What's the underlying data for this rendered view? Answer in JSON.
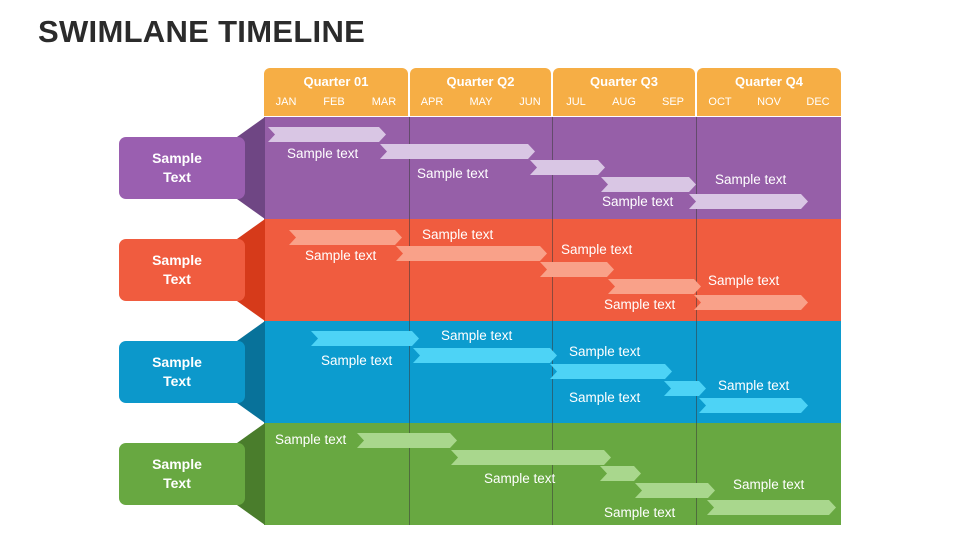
{
  "title": "SWIMLANE TIMELINE",
  "quarters": [
    {
      "name": "Quarter 01",
      "months": [
        "JAN",
        "FEB",
        "MAR"
      ]
    },
    {
      "name": "Quarter Q2",
      "months": [
        "APR",
        "MAY",
        "JUN"
      ]
    },
    {
      "name": "Quarter Q3",
      "months": [
        "JUL",
        "AUG",
        "SEP"
      ]
    },
    {
      "name": "Quarter Q4",
      "months": [
        "OCT",
        "NOV",
        "DEC"
      ]
    }
  ],
  "colors": {
    "header": "#f6ae45",
    "lane_purple": "#965fa8",
    "tab_purple": "#9a5fb0",
    "arrow_purple": "#d9c6e4",
    "lane_orange": "#f05c3f",
    "tab_orange": "#f05c3f",
    "arrow_orange": "#f9a189",
    "lane_blue": "#0c9ccf",
    "tab_blue": "#0c98cb",
    "arrow_blue": "#4dd3f6",
    "lane_green": "#68a841",
    "tab_green": "#68a841",
    "arrow_green": "#a9d78d"
  },
  "lanes": [
    {
      "label": "Sample Text",
      "items": [
        "Sample text",
        "Sample text",
        "Sample text",
        "Sample text"
      ]
    },
    {
      "label": "Sample Text",
      "items": [
        "Sample text",
        "Sample text",
        "Sample text",
        "Sample text",
        "Sample text"
      ]
    },
    {
      "label": "Sample Text",
      "items": [
        "Sample text",
        "Sample text",
        "Sample text",
        "Sample text",
        "Sample text"
      ]
    },
    {
      "label": "Sample Text",
      "items": [
        "Sample text",
        "Sample text",
        "Sample text",
        "Sample text"
      ]
    }
  ]
}
